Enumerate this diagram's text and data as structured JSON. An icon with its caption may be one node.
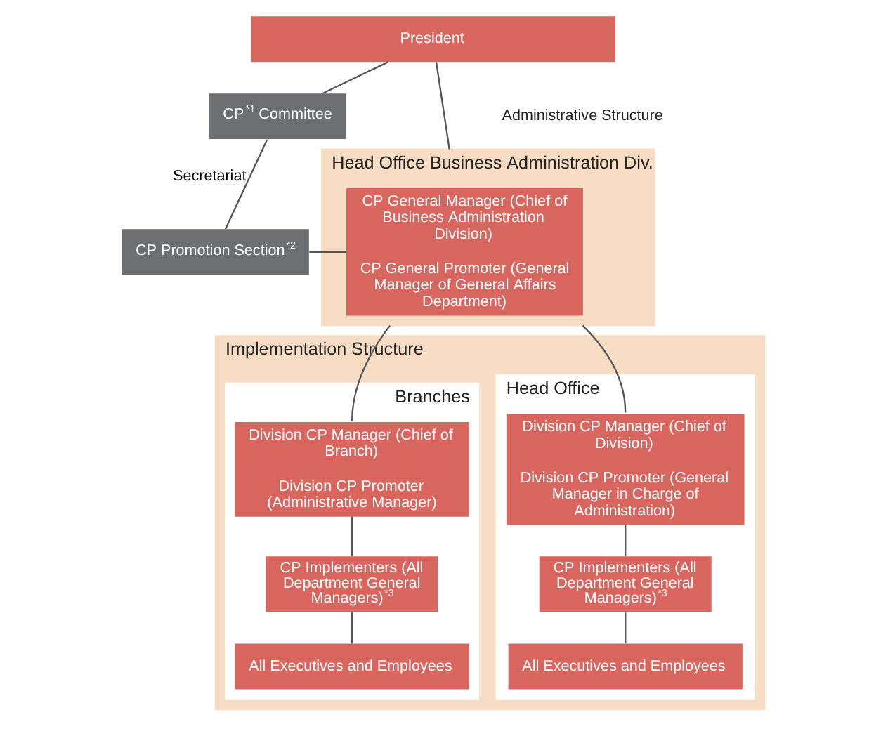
{
  "diagram": {
    "nodes": [
      {
        "text": [
          "President"
        ]
      },
      {
        "text": [
          "CP$^{*1}$ Committee"
        ]
      },
      {
        "text": [
          "Head Office Business Administration Div."
        ]
      },
      {
        "text": [
          "CP General Manager (Chief of Business Administration Division)",
          "CP General Promoter (General Manager of General Affairs Department)"
        ],
        "in": 2
      },
      {
        "text": [
          "CP Promotion Section$^{*2}$"
        ]
      },
      {
        "text": [
          "Implementation Structure"
        ]
      },
      {
        "text": [
          "Head Office"
        ],
        "in": 5
      },
      {
        "text": [
          "Division CP Manager (Chief of Division)",
          "Division CP Promoter (General Manager in Charge of Administration)"
        ],
        "in": 6
      },
      {
        "text": [
          "CP Implementers (All Department General Managers)$^{*3}$"
        ],
        "in": 6
      },
      {
        "text": [
          "All Executives and Employees"
        ],
        "in": 6
      },
      {
        "text": [
          "Branches"
        ],
        "in": 5
      },
      {
        "text": [
          "Division CP Manager (Chief of Branch)",
          "Division CP Promoter (Administrative Manager)"
        ],
        "in": 10
      },
      {
        "text": [
          "CP Implementers (All Department General Managers)$^{*3}$"
        ],
        "in": 10
      },
      {
        "text": [
          "All Executives and Employees"
        ],
        "in": 10
      }
    ],
    "edges": [
      {
        "from": 0,
        "to": 1,
        "arrow": "none"
      },
      {
        "from": 0,
        "to": 2,
        "arrow": "none"
      },
      {
        "from": 1,
        "to": 4,
        "arrow": "none",
        "label": "Secretariat"
      },
      {
        "from": 4,
        "to": 3,
        "arrow": "none"
      },
      {
        "from": 2,
        "to": 7,
        "arrow": "none"
      },
      {
        "from": 2,
        "to": 11,
        "arrow": "none"
      },
      {
        "from": 7,
        "to": 8,
        "arrow": "none"
      },
      {
        "from": 8,
        "to": 9,
        "arrow": "none"
      },
      {
        "from": 11,
        "to": 12,
        "arrow": "none"
      },
      {
        "from": 12,
        "to": 13,
        "arrow": "none"
      }
    ],
    "labels": [
      "Administrative Structure"
    ]
  }
}
